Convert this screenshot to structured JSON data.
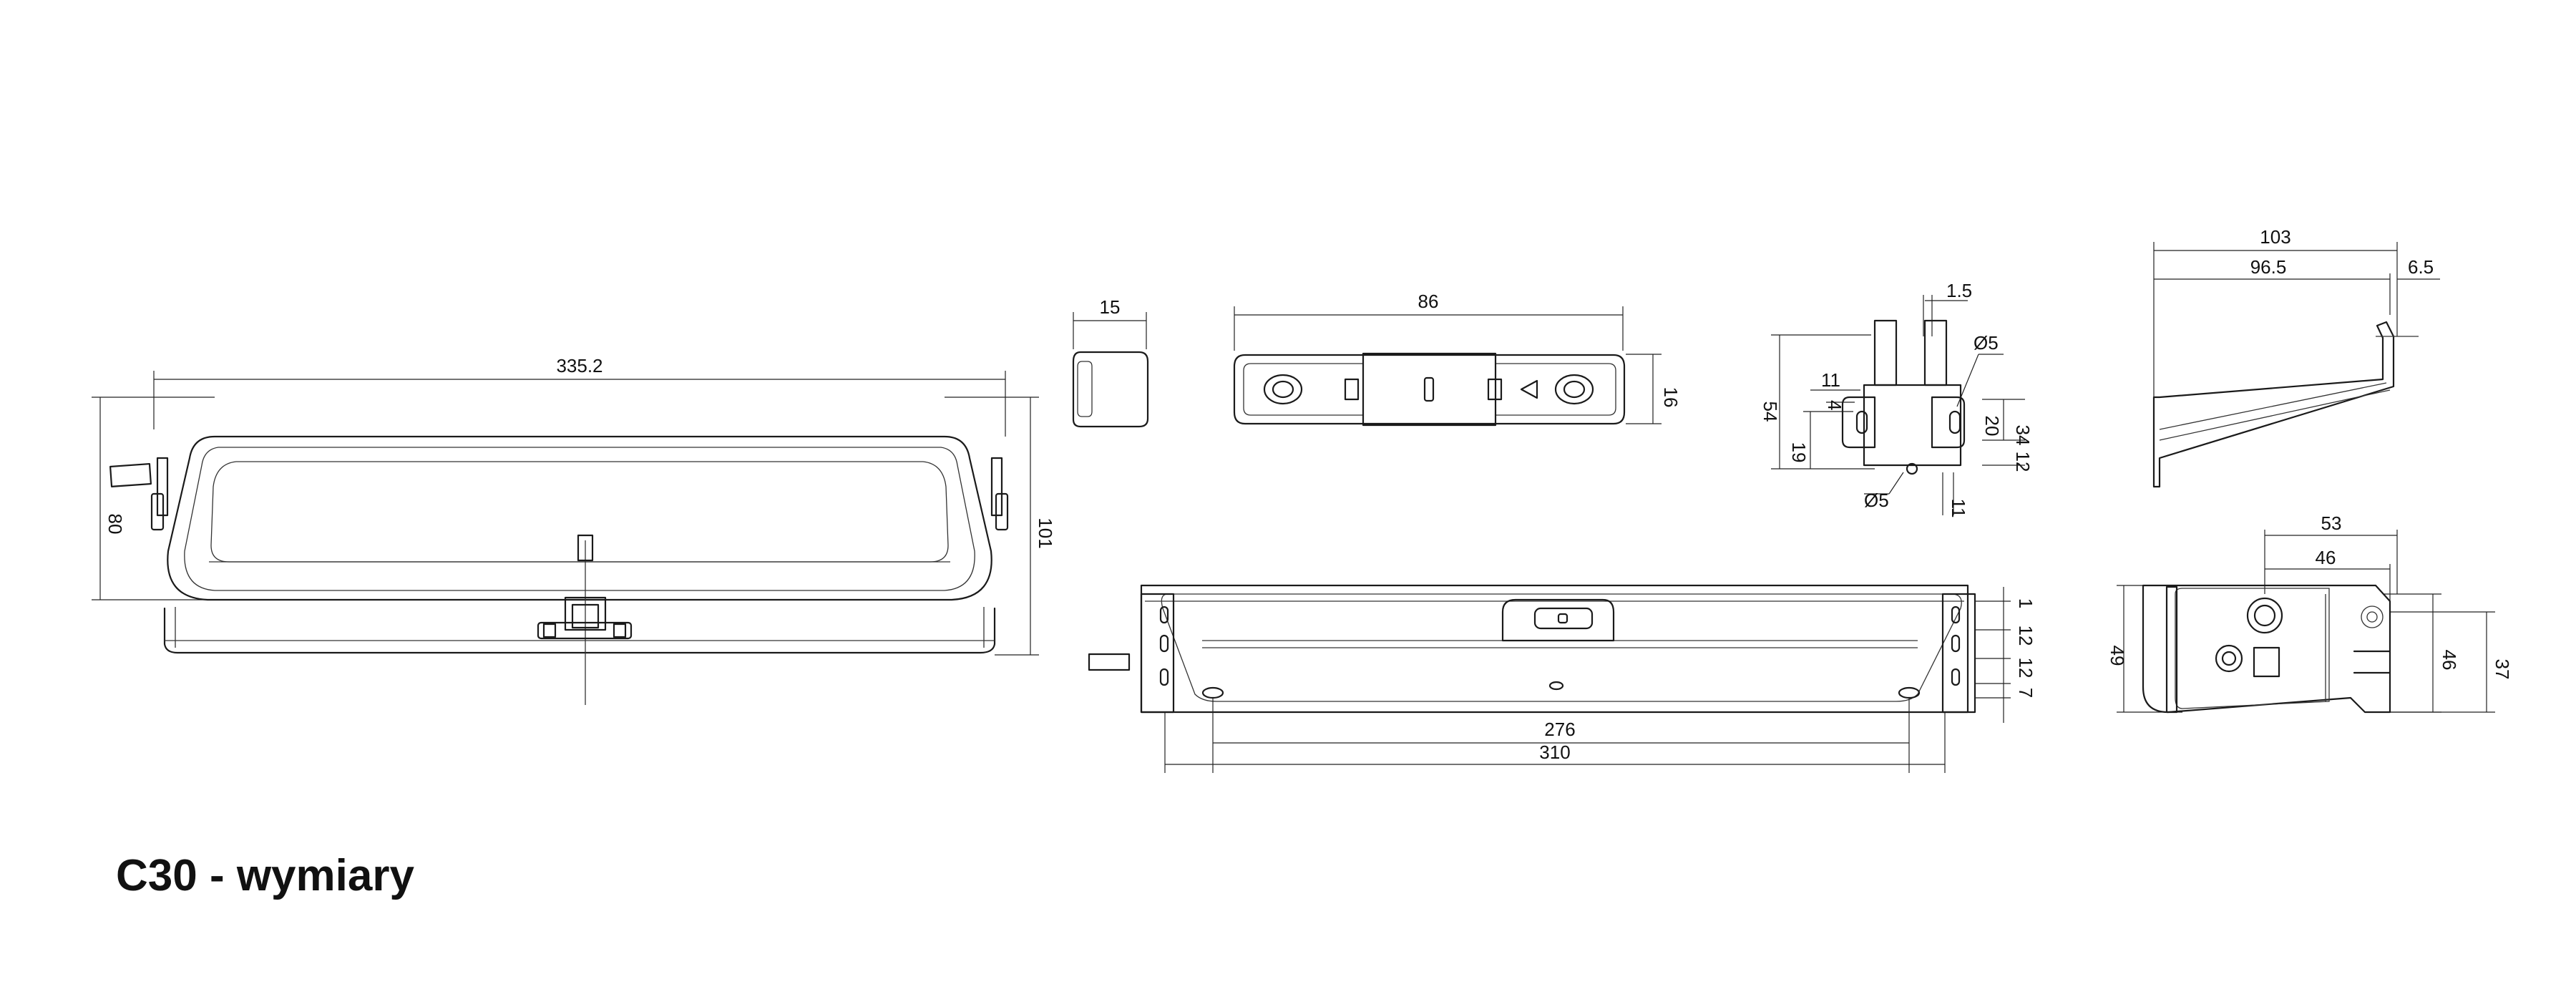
{
  "title": "C30 - wymiary",
  "dimensions": {
    "front_width": "335.2",
    "front_height_inner": "80",
    "front_height_outer": "101",
    "end_cap_width": "15",
    "bracket_length": "86",
    "bracket_height": "16",
    "side_bracket_thickness": "1.5",
    "side_bracket_hole_top": "Ø5",
    "side_bracket_height": "54",
    "side_bracket_offset_11": "11",
    "side_bracket_offset_4": "4",
    "side_bracket_offset_19": "19",
    "side_bracket_20": "20",
    "side_bracket_34": "34",
    "side_bracket_12": "12",
    "side_bracket_hole_bottom": "Ø5",
    "side_bracket_bottom_11": "11",
    "arm_length_total": "103",
    "arm_length_inner": "96.5",
    "arm_offset": "6.5",
    "top_view_rail_1": "1",
    "top_view_rail_12a": "12",
    "top_view_rail_12b": "12",
    "top_view_rail_7": "7",
    "top_view_inner": "276",
    "top_view_outer": "310",
    "section_53": "53",
    "section_46_top": "46",
    "section_49": "49",
    "section_46_side": "46",
    "section_37": "37"
  },
  "colors": {
    "line": "#1a1a1a",
    "background": "#ffffff"
  }
}
